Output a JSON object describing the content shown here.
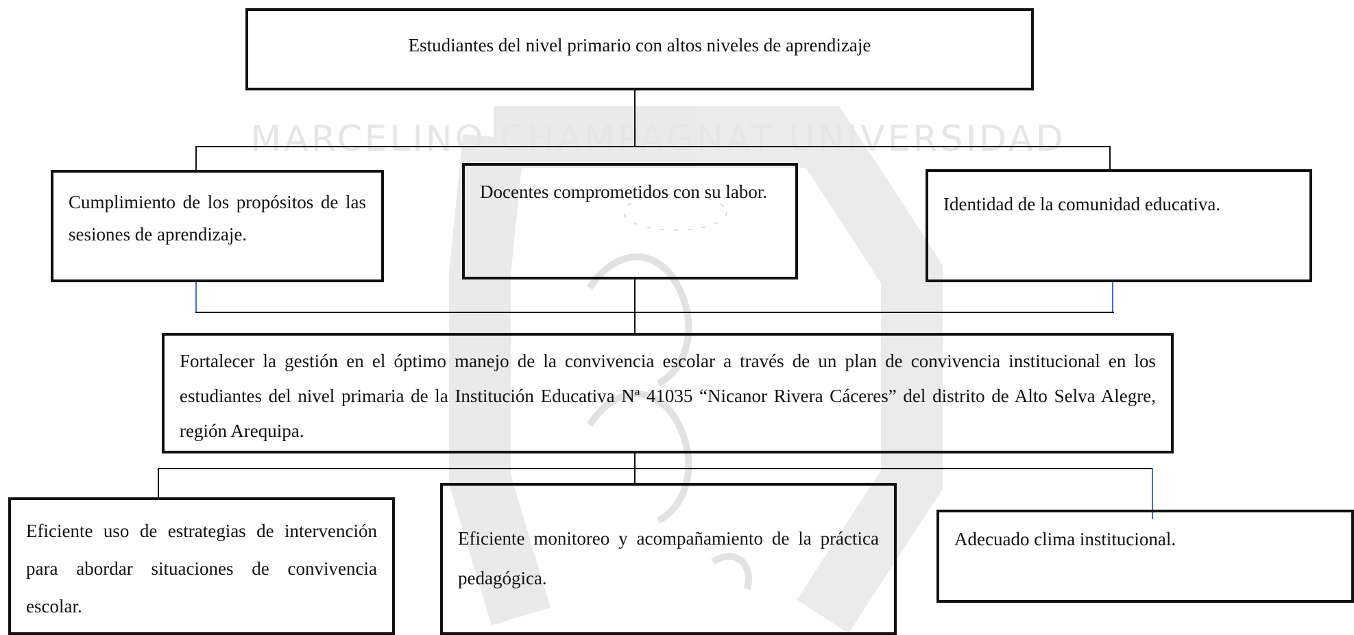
{
  "diagram": {
    "top": {
      "text": "Estudiantes del nivel primario con altos niveles de aprendizaje"
    },
    "ends": [
      {
        "text": "Cumplimiento de los propósitos de las sesiones de aprendizaje."
      },
      {
        "text": "Docentes comprometidos con su labor."
      },
      {
        "text": "Identidad de la comunidad educativa."
      }
    ],
    "goal": {
      "text": "Fortalecer la gestión en el óptimo manejo de la convivencia escolar a través de un plan de convivencia institucional en los estudiantes del nivel primaria de la Institución Educativa Nª 41035 “Nicanor Rivera Cáceres” del distrito de Alto Selva Alegre, región Arequipa."
    },
    "means": [
      {
        "text": "Eficiente uso de estrategias de intervención para abordar situaciones de convivencia escolar."
      },
      {
        "text": "Eficiente monitoreo y acompañamiento de la práctica pedagógica."
      },
      {
        "text": "Adecuado clima institucional."
      }
    ]
  },
  "watermark": {
    "arc_text": "MARCELINO CHAMPAGNAT UNIVERSIDAD",
    "color": "#c8c8c8"
  }
}
